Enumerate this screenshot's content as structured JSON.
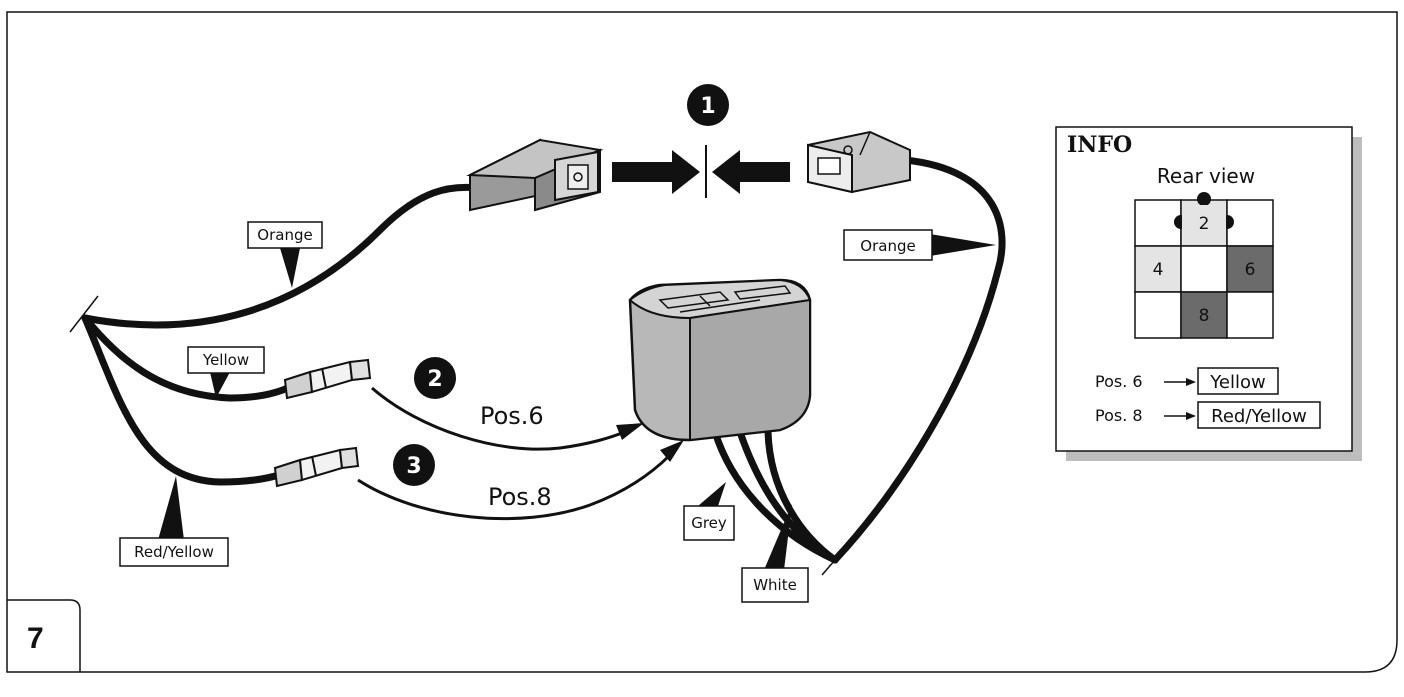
{
  "figure_number": "7",
  "steps": [
    "1",
    "2",
    "3"
  ],
  "wire_labels": {
    "orange_left": "Orange",
    "orange_right": "Orange",
    "yellow": "Yellow",
    "red_yellow": "Red/Yellow",
    "grey": "Grey",
    "white": "White"
  },
  "positions": {
    "pos6": "Pos.6",
    "pos8": "Pos.8"
  },
  "info": {
    "title": "INFO",
    "subtitle": "Rear view",
    "grid_numbers": {
      "n2": "2",
      "n4": "4",
      "n6": "6",
      "n8": "8"
    },
    "mapping": [
      {
        "pos": "Pos. 6",
        "color": "Yellow"
      },
      {
        "pos": "Pos. 8",
        "color": "Red/Yellow"
      }
    ]
  },
  "colors": {
    "cell_light": "#e4e4e4",
    "cell_dark": "#6b6b6b",
    "wire": "#111111",
    "connector": "#9a9a9a"
  }
}
